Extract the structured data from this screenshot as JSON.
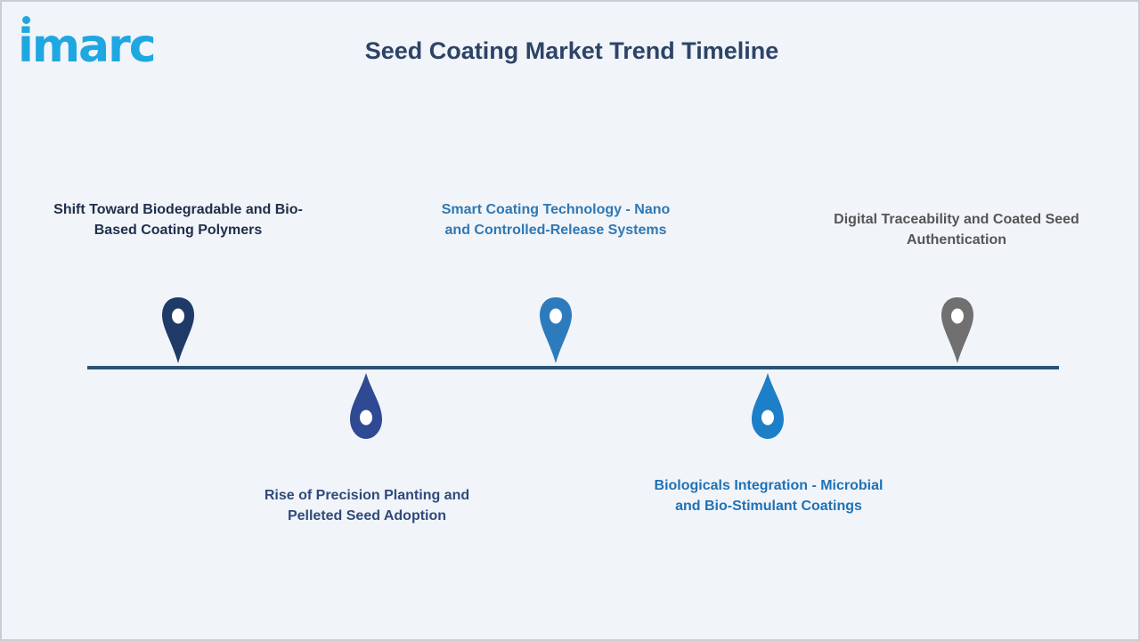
{
  "logo": {
    "text": "imarc"
  },
  "title": "Seed Coating Market Trend Timeline",
  "colors": {
    "line": "#2b5277",
    "navy": "#1f3a66",
    "blue_mid": "#2d7bbd",
    "indigo": "#2f4a92",
    "blue_bright": "#1d7fc7",
    "gray": "#707070"
  },
  "milestones": [
    {
      "label": "Shift Toward Biodegradable and Bio-Based Coating Polymers",
      "position": "above",
      "color": "#1f3a66",
      "text_color": "#1f2f4a",
      "icon": "map-pin-icon"
    },
    {
      "label": "Rise of Precision Planting and Pelleted Seed Adoption",
      "position": "below",
      "color": "#2f4a92",
      "text_color": "#2f4a7a",
      "icon": "droplet-icon"
    },
    {
      "label": "Smart Coating Technology - Nano and Controlled-Release Systems",
      "position": "above",
      "color": "#2d7bbd",
      "text_color": "#2f78b4",
      "icon": "map-pin-icon"
    },
    {
      "label": "Biologicals Integration - Microbial and Bio-Stimulant Coatings",
      "position": "below",
      "color": "#1d7fc7",
      "text_color": "#1f72b6",
      "icon": "droplet-icon"
    },
    {
      "label": "Digital Traceability and Coated Seed Authentication",
      "position": "above",
      "color": "#707070",
      "text_color": "#555555",
      "icon": "map-pin-icon"
    }
  ]
}
